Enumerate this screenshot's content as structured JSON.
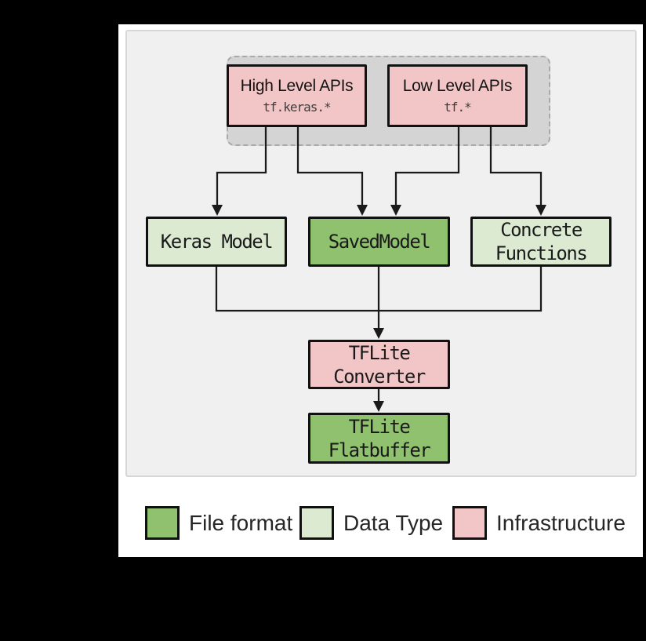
{
  "diagram": {
    "api_group": {
      "high_level": {
        "title": "High Level APIs",
        "code": "tf.keras.*"
      },
      "low_level": {
        "title": "Low Level APIs",
        "code": "tf.*"
      }
    },
    "nodes": {
      "keras_model": {
        "label": "Keras Model"
      },
      "saved_model": {
        "label": "SavedModel"
      },
      "concrete_functions": {
        "label": "Concrete\nFunctions"
      },
      "tflite_converter": {
        "label": "TFLite\nConverter"
      },
      "tflite_flatbuffer": {
        "label": "TFLite\nFlatbuffer"
      }
    }
  },
  "legend": {
    "items": [
      {
        "label": "File format",
        "color": "#8fc16f"
      },
      {
        "label": "Data Type",
        "color": "#dcead2"
      },
      {
        "label": "Infrastructure",
        "color": "#f2c6c7"
      }
    ]
  },
  "colors": {
    "file_format": "#8fc16f",
    "data_type": "#dcead2",
    "infrastructure": "#f2c6c7",
    "group_fill": "#d4d4d5",
    "line": "#1a1a1a"
  }
}
